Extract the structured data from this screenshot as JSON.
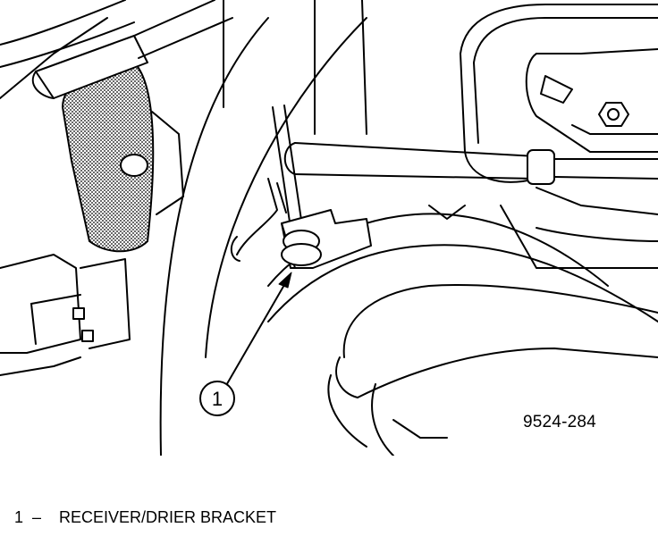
{
  "callout": {
    "number": "1"
  },
  "figure_id": "9524-284",
  "legend": [
    {
      "number": "1",
      "separator": "–",
      "text": "RECEIVER/DRIER BRACKET"
    }
  ]
}
